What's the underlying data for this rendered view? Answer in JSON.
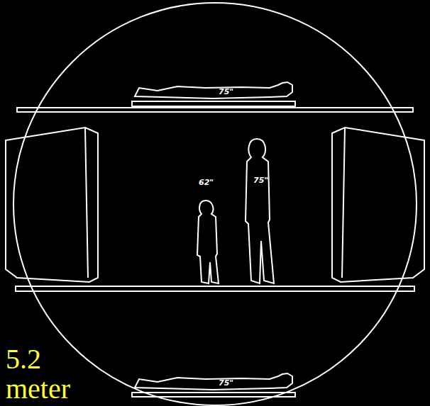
{
  "diagram": {
    "labels": [
      "75\"",
      "62\"",
      "75\"",
      "75\"",
      "5.2 meter"
    ]
  }
}
